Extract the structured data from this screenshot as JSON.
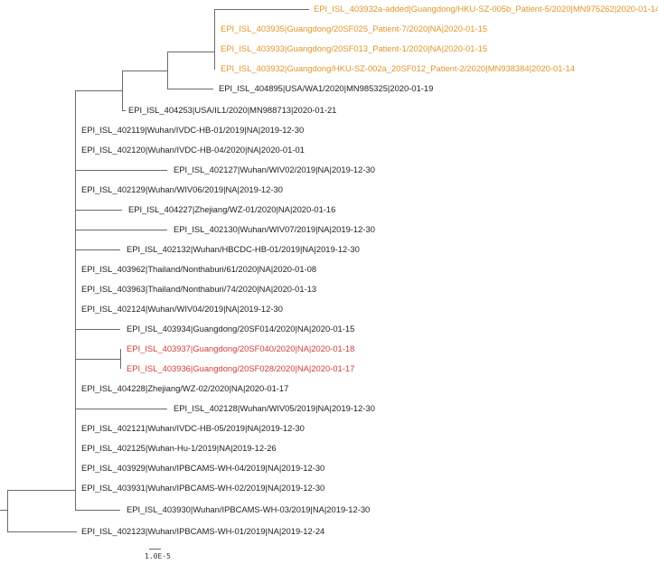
{
  "colors": {
    "branch": "#6a6a6a",
    "highlight_orange": "#e0962a",
    "highlight_red": "#d43b3b",
    "default": "#222222"
  },
  "leaves": [
    {
      "label": "EPI_ISL_403932a-added|Guangdong/HKU-SZ-005b_Patient-5/2020|MN975262|2020-01-14",
      "group": "orange"
    },
    {
      "label": "EPI_ISL_403935|Guangdong/20SF025_Patient-7/2020|NA|2020-01-15",
      "group": "orange"
    },
    {
      "label": "EPI_ISL_403933|Guangdong/20SF013_Patient-1/2020|NA|2020-01-15",
      "group": "orange"
    },
    {
      "label": "EPI_ISL_403932|Guangdong/HKU-SZ-002a_20SF012_Patient-2/2020|MN938384|2020-01-14",
      "group": "orange"
    },
    {
      "label": "EPI_ISL_404895|USA/WA1/2020|MN985325|2020-01-19",
      "group": "default"
    },
    {
      "label": "EPI_ISL_404253|USA/IL1/2020|MN988713|2020-01-21",
      "group": "default"
    },
    {
      "label": "EPI_ISL_402119|Wuhan/IVDC-HB-01/2019|NA|2019-12-30",
      "group": "default"
    },
    {
      "label": "EPI_ISL_402120|Wuhan/IVDC-HB-04/2020|NA|2020-01-01",
      "group": "default"
    },
    {
      "label": "EPI_ISL_402127|Wuhan/WIV02/2019|NA|2019-12-30",
      "group": "default"
    },
    {
      "label": "EPI_ISL_402129|Wuhan/WIV06/2019|NA|2019-12-30",
      "group": "default"
    },
    {
      "label": "EPI_ISL_404227|Zhejiang/WZ-01/2020|NA|2020-01-16",
      "group": "default"
    },
    {
      "label": "EPI_ISL_402130|Wuhan/WIV07/2019|NA|2019-12-30",
      "group": "default"
    },
    {
      "label": "EPI_ISL_402132|Wuhan/HBCDC-HB-01/2019|NA|2019-12-30",
      "group": "default"
    },
    {
      "label": "EPI_ISL_403962|Thailand/Nonthaburi/61/2020|NA|2020-01-08",
      "group": "default"
    },
    {
      "label": "EPI_ISL_403963|Thailand/Nonthaburi/74/2020|NA|2020-01-13",
      "group": "default"
    },
    {
      "label": "EPI_ISL_402124|Wuhan/WIV04/2019|NA|2019-12-30",
      "group": "default"
    },
    {
      "label": "EPI_ISL_403934|Guangdong/20SF014/2020|NA|2020-01-15",
      "group": "default"
    },
    {
      "label": "EPI_ISL_403937|Guangdong/20SF040/2020|NA|2020-01-18",
      "group": "red"
    },
    {
      "label": "EPI_ISL_403936|Guangdong/20SF028/2020|NA|2020-01-17",
      "group": "red"
    },
    {
      "label": "EPI_ISL_404228|Zhejiang/WZ-02/2020|NA|2020-01-17",
      "group": "default"
    },
    {
      "label": "EPI_ISL_402128|Wuhan/WIV05/2019|NA|2019-12-30",
      "group": "default"
    },
    {
      "label": "EPI_ISL_402121|Wuhan/IVDC-HB-05/2019|NA|2019-12-30",
      "group": "default"
    },
    {
      "label": "EPI_ISL_402125|Wuhan-Hu-1/2019|NA|2019-12-26",
      "group": "default"
    },
    {
      "label": "EPI_ISL_403929|Wuhan/IPBCAMS-WH-04/2019|NA|2019-12-30",
      "group": "default"
    },
    {
      "label": "EPI_ISL_403931|Wuhan/IPBCAMS-WH-02/2019|NA|2019-12-30",
      "group": "default"
    },
    {
      "label": "EPI_ISL_403930|Wuhan/IPBCAMS-WH-03/2019|NA|2019-12-30",
      "group": "default"
    },
    {
      "label": "EPI_ISL_402123|Wuhan/IPBCAMS-WH-01/2019|NA|2019-12-24",
      "group": "default"
    }
  ],
  "scale_bar": {
    "label": "1.0E-5"
  }
}
